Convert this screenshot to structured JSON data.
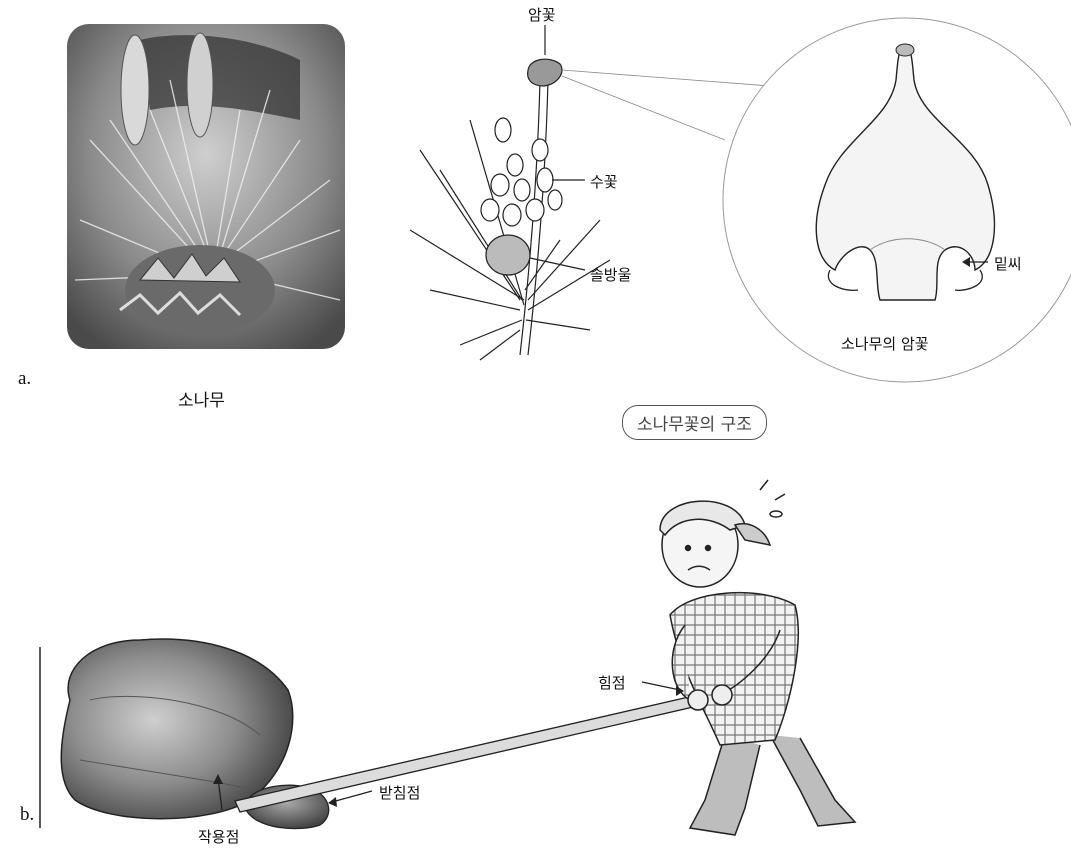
{
  "panel_a": {
    "letter": "a.",
    "photo_caption": "소나무",
    "diagram_title": "소나무꽃의 구조",
    "labels": {
      "female_flower": "암꽃",
      "male_flower": "수꽃",
      "pine_cone": "솔방울",
      "ovule": "밑씨",
      "female_flower_detail": "소나무의 암꽃"
    }
  },
  "panel_b": {
    "letter": "b.",
    "labels": {
      "effort_point": "힘점",
      "fulcrum": "받침점",
      "load_point": "작용점"
    }
  }
}
